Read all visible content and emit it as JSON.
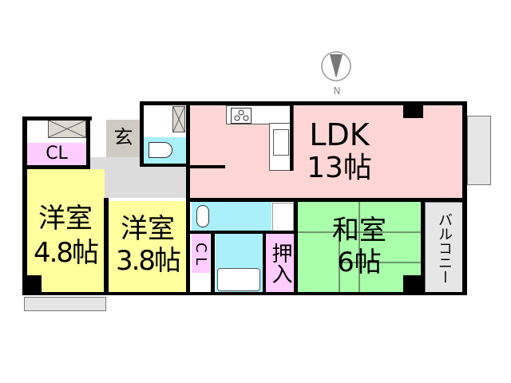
{
  "compass": {
    "label": "N",
    "icon": "north-arrow-icon"
  },
  "rooms": {
    "ldk": {
      "name": "LDK",
      "size": "13帖",
      "color": "#ffd6d6"
    },
    "western1": {
      "name": "洋室",
      "size": "4.8帖",
      "color": "#ffff9e"
    },
    "western2": {
      "name": "洋室",
      "size": "3.8帖",
      "color": "#ffff9e"
    },
    "japanese": {
      "name": "和室",
      "size": "6帖",
      "color": "#aaffaa"
    },
    "entrance": {
      "name": "玄",
      "color": "#cfcbc2"
    },
    "closet1": {
      "name": "CL",
      "color": "#ffccff"
    },
    "closet2": {
      "name": "C L",
      "color": "#ffccff"
    },
    "oshiire": {
      "name": "押入",
      "color": "#ffccff"
    },
    "balcony": {
      "name": "バルコニー",
      "color": "#e6e6e6"
    },
    "wet_color": "#aaf0fa",
    "hall_color": "#dcdcdc"
  }
}
